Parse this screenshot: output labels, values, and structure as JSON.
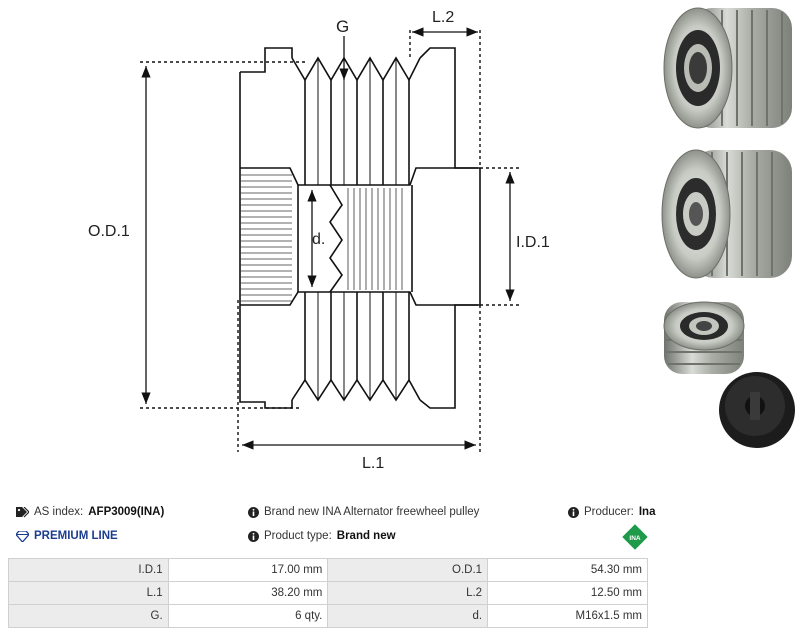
{
  "drawing": {
    "labels": {
      "g": "G",
      "l2": "L.2",
      "od1": "O.D.1",
      "d": "d.",
      "id1": "I.D.1",
      "l1": "L.1"
    }
  },
  "photos": {
    "count": 3
  },
  "info": {
    "as_index_label": "AS index:",
    "as_index_value": "AFP3009(INA)",
    "premium_line": "PREMIUM LINE",
    "description": "Brand new INA Alternator freewheel pulley",
    "product_type_label": "Product type:",
    "product_type_value": "Brand new",
    "producer_label": "Producer:",
    "producer_value": "Ina",
    "producer_logo_text": "INA"
  },
  "specs": [
    {
      "label1": "I.D.1",
      "value1": "17.00 mm",
      "label2": "O.D.1",
      "value2": "54.30 mm"
    },
    {
      "label1": "L.1",
      "value1": "38.20 mm",
      "label2": "L.2",
      "value2": "12.50 mm"
    },
    {
      "label1": "G.",
      "value1": "6 qty.",
      "label2": "d.",
      "value2": "M16x1.5 mm"
    }
  ],
  "colors": {
    "premium": "#1c3d8f",
    "ina_green": "#1e9a4a",
    "table_label_bg": "#ececec"
  }
}
